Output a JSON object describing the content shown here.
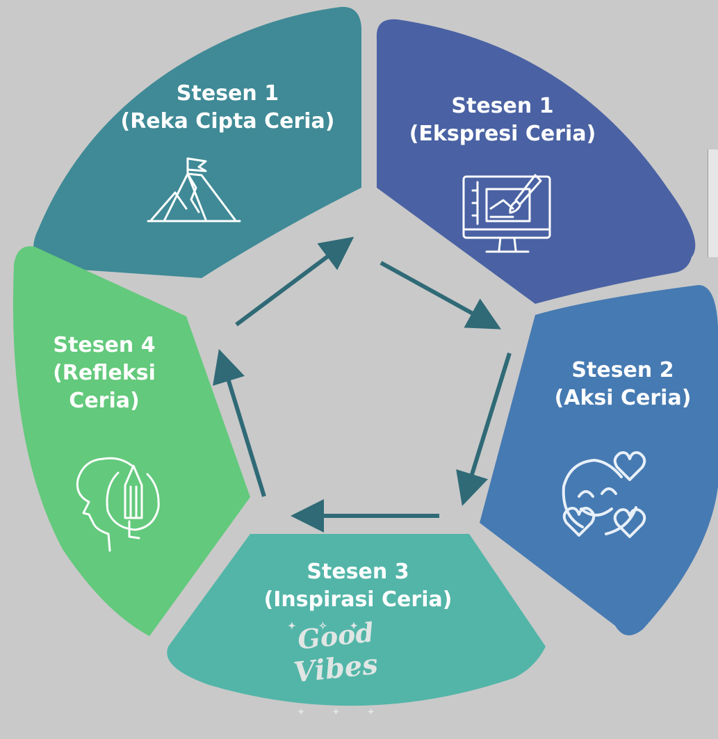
{
  "diagram": {
    "segments": [
      {
        "id": "reka",
        "title": "Stesen 1",
        "subtitle": "(Reka Cipta Ceria)",
        "icon": "mountain-flag-icon",
        "color": "#3f8a96"
      },
      {
        "id": "ekspresi",
        "title": "Stesen 1",
        "subtitle": "(Ekspresi Ceria)",
        "icon": "monitor-paint-icon",
        "color": "#4a62a3"
      },
      {
        "id": "aksi",
        "title": "Stesen 2",
        "subtitle": "(Aksi Ceria)",
        "icon": "smiley-hearts-icon",
        "color": "#467ab2"
      },
      {
        "id": "inspirasi",
        "title": "Stesen 3",
        "subtitle": "(Inspirasi Ceria)",
        "icon": "good-vibes-icon",
        "color": "#52b5a8",
        "art_text": [
          "Good",
          "Vibes"
        ]
      },
      {
        "id": "refleksi",
        "title": "Stesen 4",
        "subtitle_lines": [
          "(Refleksi",
          "Ceria)"
        ],
        "icon": "head-pencil-icon",
        "color": "#63c97c"
      }
    ],
    "arrow_color": "#2f6a76",
    "background": "#c9c9c9"
  }
}
